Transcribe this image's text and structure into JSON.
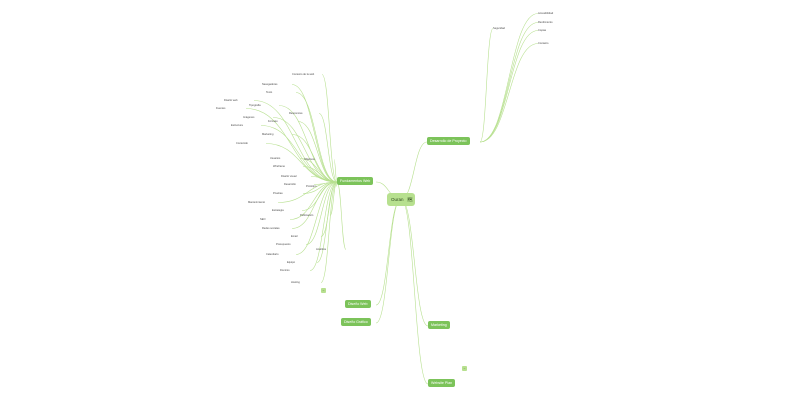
{
  "root": {
    "label": "Ouran",
    "icon": "map-icon"
  },
  "colors": {
    "branch": "#7cc35a",
    "root": "#b7e08f",
    "line": "#b7e08f"
  },
  "branches": {
    "left1": "Fundamentos Web",
    "right1": "Desarrollo de Proyecto",
    "left2": "Diseño Web",
    "left3": "Diseño Gráfico",
    "right2": "Marketing",
    "right3": "Website Plan"
  },
  "leaves": [
    "Contexto de la web",
    "Responsive",
    "Navegadores",
    "Texto",
    "Diseño web",
    "Tipografía",
    "Fuentes",
    "Imágenes",
    "Formato",
    "Estructura",
    "Marketing",
    "Contenido",
    "Objetivos",
    "Usuarios",
    "Wireframe",
    "Prototipo",
    "Diseño visual",
    "Desarrollo",
    "Pruebas",
    "Publicación",
    "Mantenimiento",
    "Estrategia",
    "SEO",
    "Redes sociales",
    "Email",
    "Analítica",
    "Presupuesto",
    "Calendario",
    "Equipo",
    "Dominio",
    "Hosting",
    "Seguridad",
    "Accesibilidad",
    "Rendimiento",
    "Copias",
    "Contacto"
  ]
}
